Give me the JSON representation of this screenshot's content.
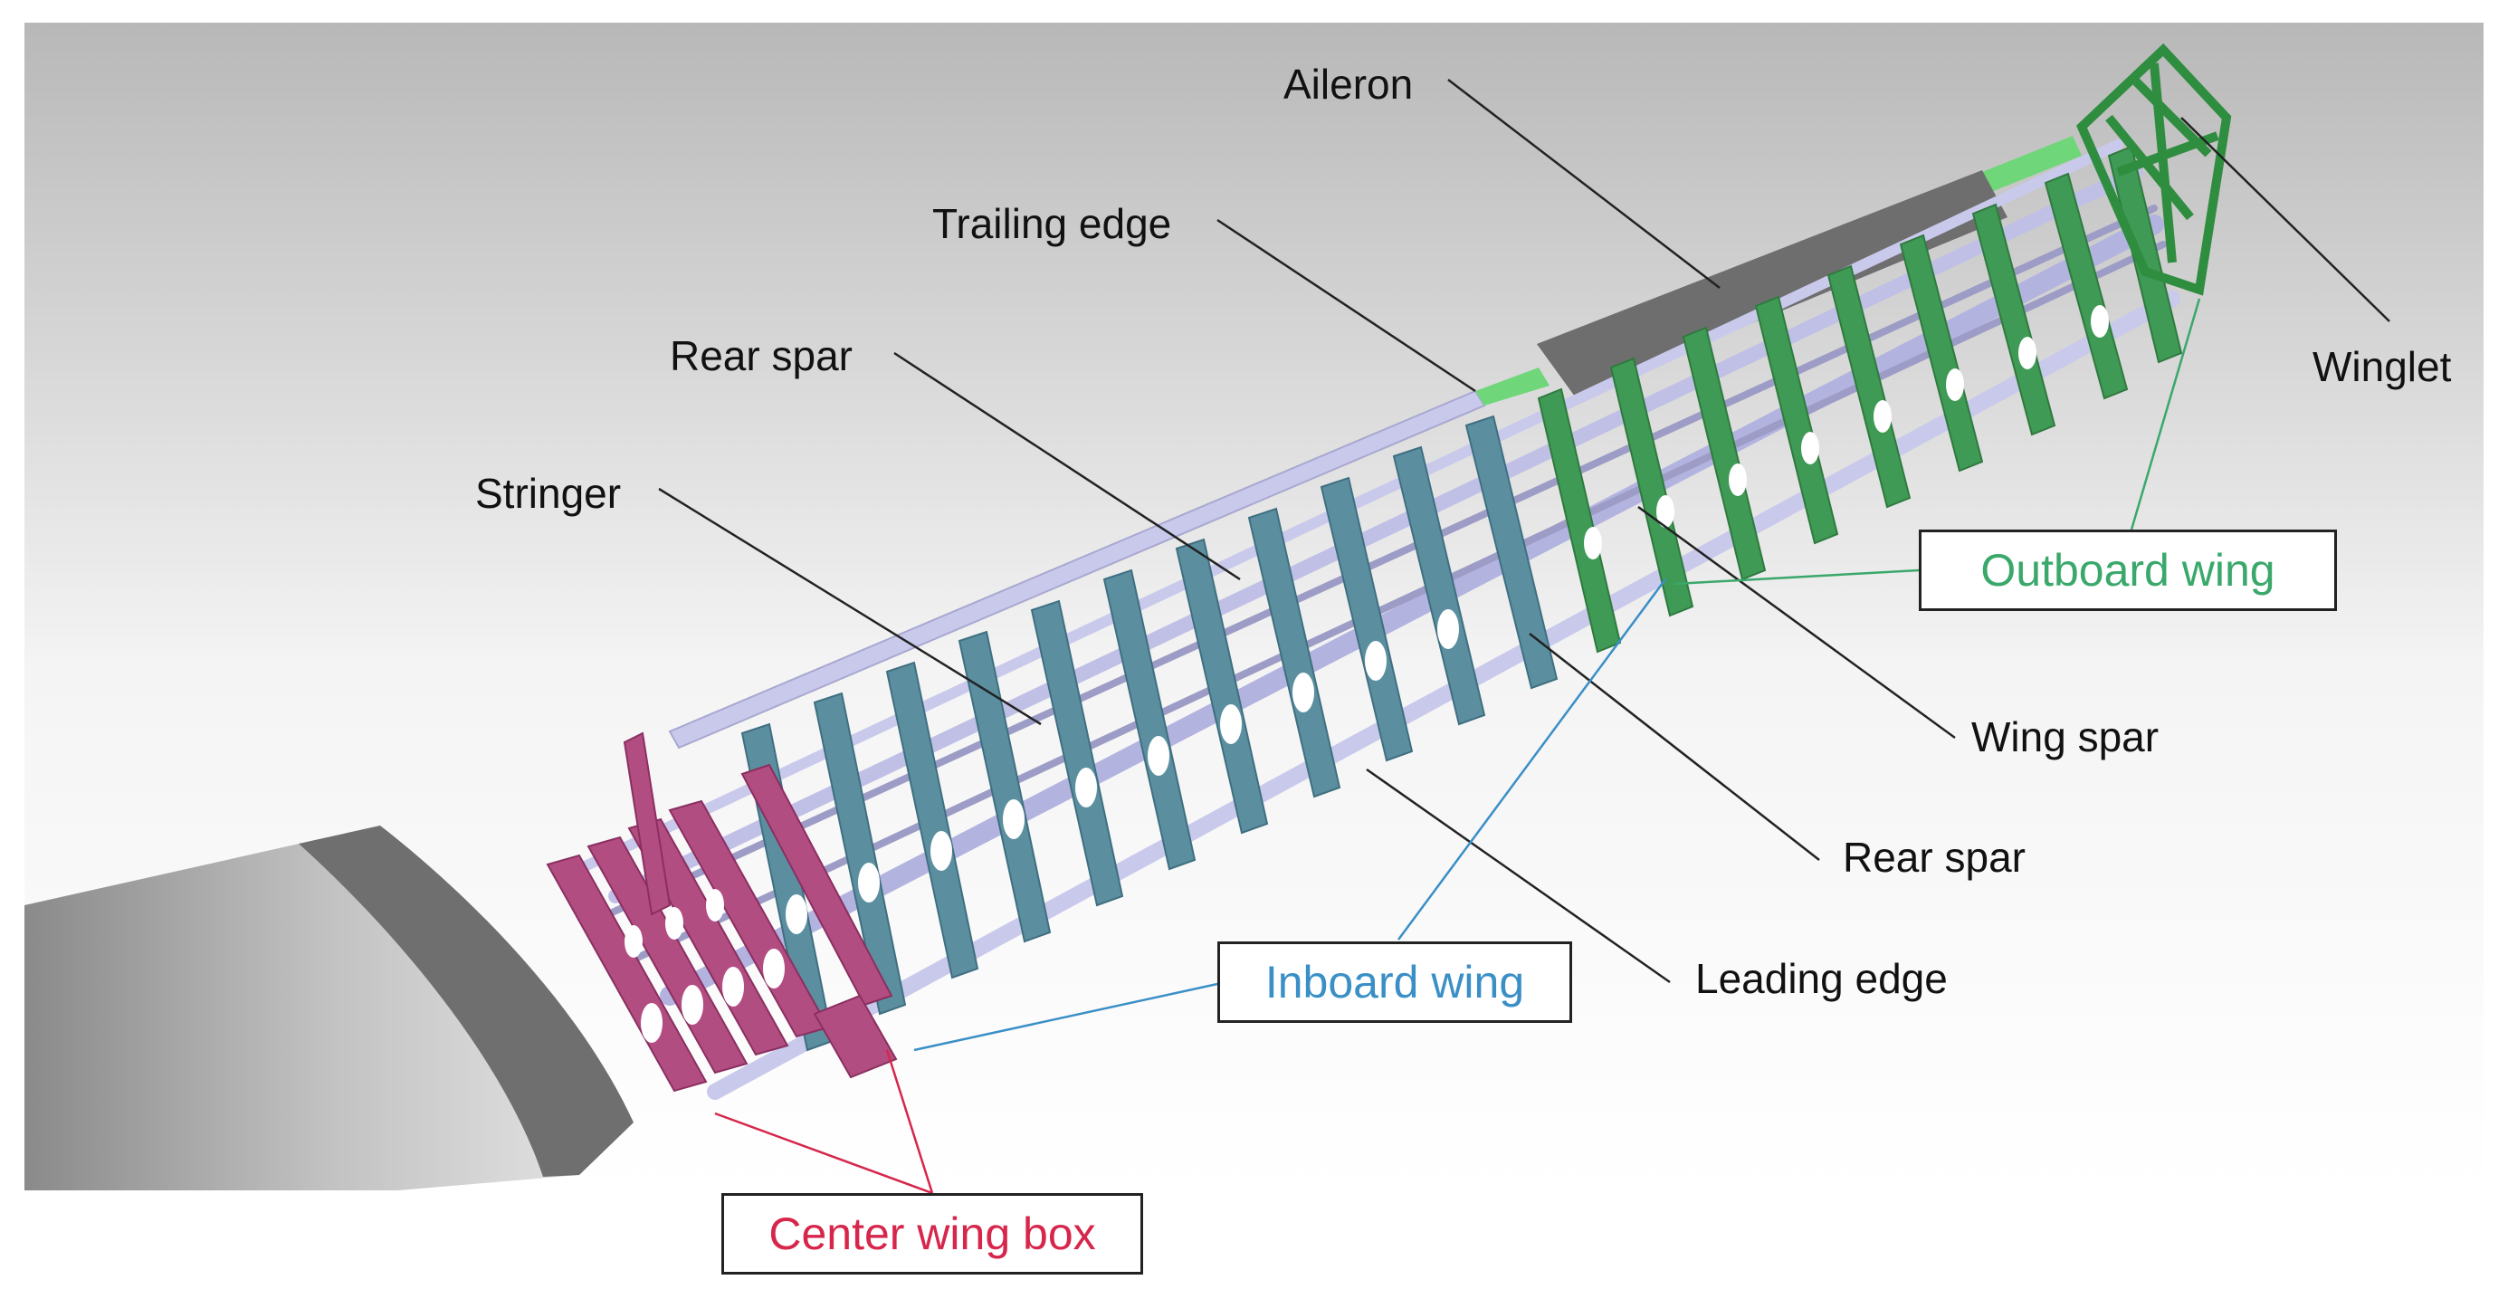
{
  "labels": {
    "aileron": "Aileron",
    "trailing_edge": "Trailing edge",
    "rear_spar_top": "Rear spar",
    "stringer": "Stringer",
    "winglet": "Winglet",
    "wing_spar": "Wing spar",
    "rear_spar_bottom": "Rear spar",
    "leading_edge": "Leading edge"
  },
  "boxes": {
    "outboard_wing": "Outboard wing",
    "inboard_wing": "Inboard wing",
    "center_wing_box": "Center wing box"
  },
  "colors": {
    "outboard": "#3aa86b",
    "inboard": "#3a8fc7",
    "center": "#d6264b",
    "frame": "#c9c9ec",
    "rib_inboard": "#5b8fa0",
    "rib_outboard": "#3f9a55",
    "center_structure": "#b24d82",
    "aileron": "#6e6e6e",
    "winglet": "#2f8d3f"
  }
}
